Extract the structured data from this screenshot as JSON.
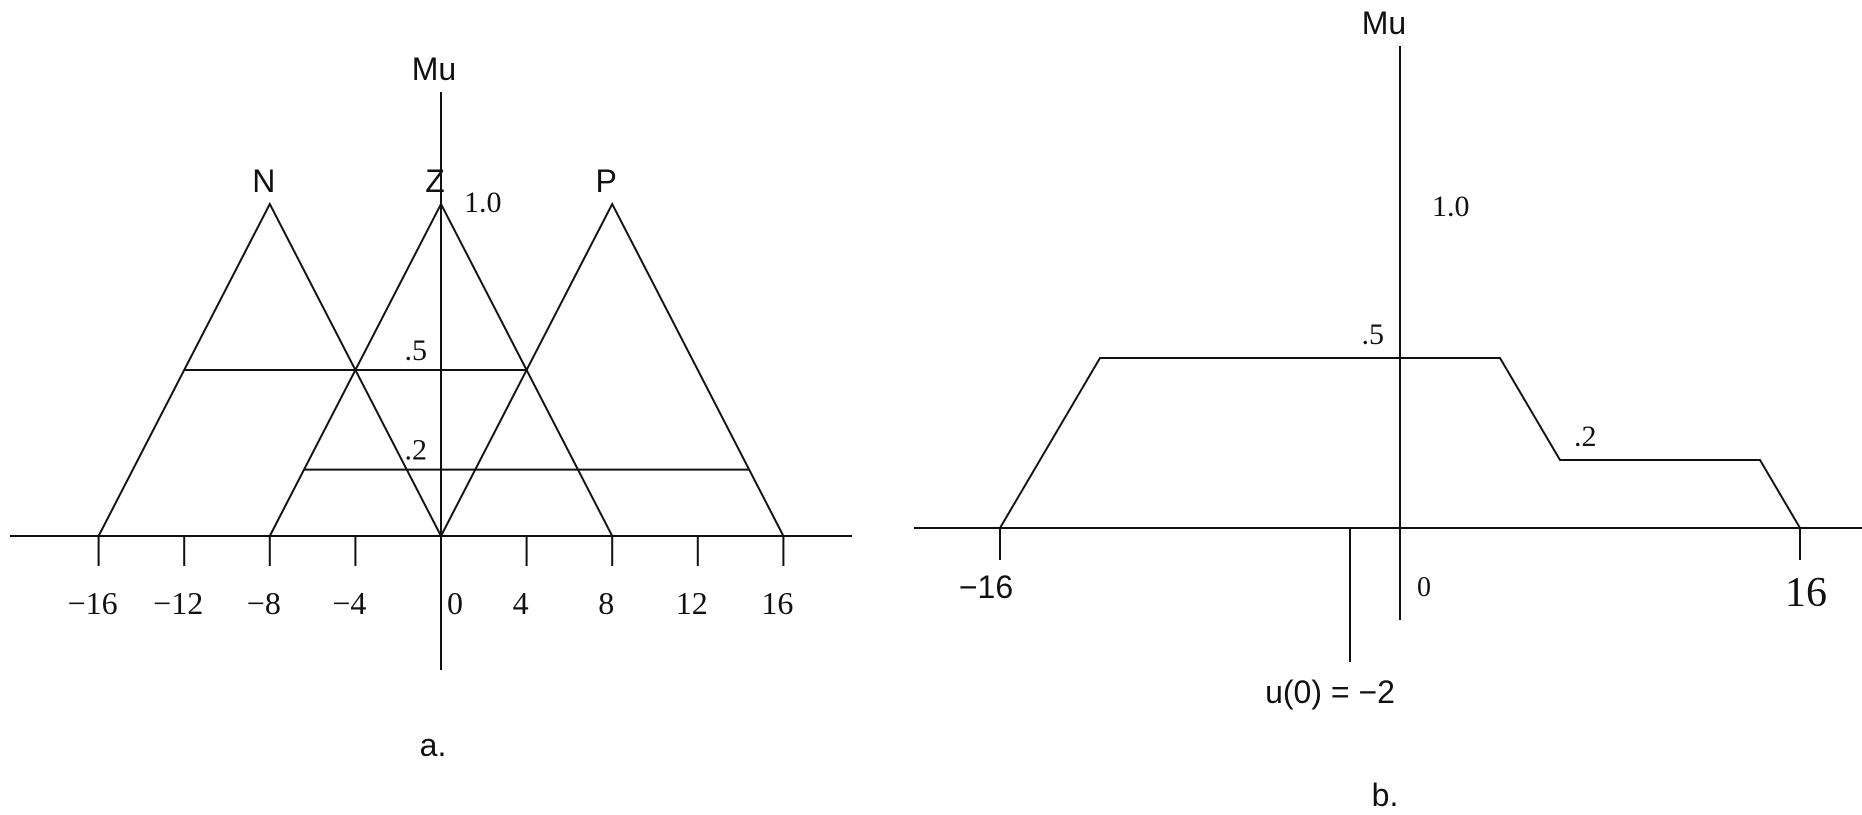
{
  "panel_a": {
    "y_axis_label": "Mu",
    "caption": "a.",
    "sets": [
      {
        "label": "N",
        "left": -16,
        "peak": -8,
        "right": 0
      },
      {
        "label": "Z",
        "left": -8,
        "peak": 0,
        "right": 8
      },
      {
        "label": "P",
        "left": 0,
        "peak": 8,
        "right": 16
      }
    ],
    "membership_levels": [
      {
        "label": ".5",
        "value": 0.5,
        "from": -12,
        "to": 4
      },
      {
        "label": ".2",
        "value": 0.2,
        "from": -6.4,
        "to": 14.4
      }
    ],
    "peak_label": "1.0",
    "x_ticks": [
      {
        "value": -16,
        "label": "−16"
      },
      {
        "value": -12,
        "label": "−12"
      },
      {
        "value": -8,
        "label": "−8"
      },
      {
        "value": -4,
        "label": "−4"
      },
      {
        "value": 0,
        "label": "0"
      },
      {
        "value": 4,
        "label": "4"
      },
      {
        "value": 8,
        "label": "8"
      },
      {
        "value": 12,
        "label": "12"
      },
      {
        "value": 16,
        "label": "16"
      }
    ]
  },
  "panel_b": {
    "y_axis_label": "Mu",
    "caption": "b.",
    "peak_label": "1.0",
    "level_labels": [
      {
        "label": ".5",
        "value": 0.5
      },
      {
        "label": ".2",
        "value": 0.2
      }
    ],
    "output_shape": [
      {
        "x": -16,
        "mu": 0
      },
      {
        "x": -12,
        "mu": 0.5
      },
      {
        "x": 4,
        "mu": 0.5
      },
      {
        "x": 6.4,
        "mu": 0.2
      },
      {
        "x": 14.4,
        "mu": 0.2
      },
      {
        "x": 16,
        "mu": 0
      }
    ],
    "x_ticks": [
      {
        "value": -16,
        "label": "−16"
      },
      {
        "value": 0,
        "label": "0"
      },
      {
        "value": 16,
        "label": "16"
      }
    ],
    "centroid": {
      "value": -2,
      "label": "u(0) =  −2"
    }
  }
}
